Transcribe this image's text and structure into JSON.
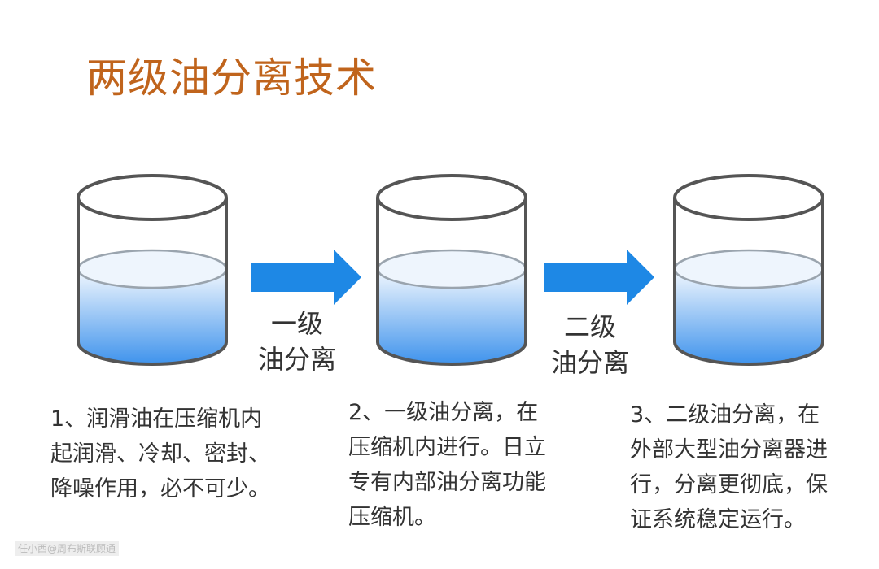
{
  "title": "两级油分离技术",
  "colors": {
    "title": "#c0641c",
    "arrow": "#1e88e5",
    "liquid_top": "#e8f2fd",
    "liquid_bottom": "#3f93ec",
    "outline": "#555555"
  },
  "stages": [
    {
      "line1": "一级",
      "line2": "油分离"
    },
    {
      "line1": "二级",
      "line2": "油分离"
    }
  ],
  "descriptions": [
    {
      "lines": [
        "1、润滑油在压缩机内",
        "起润滑、冷却、密封、",
        "降噪作用，必不可少。"
      ]
    },
    {
      "lines": [
        "2、一级油分离，在",
        "压缩机内进行。日立",
        "专有内部油分离功能",
        "压缩机。"
      ]
    },
    {
      "lines": [
        "3、二级油分离，在",
        "外部大型油分离器进",
        "行，分离更彻底，保",
        "证系统稳定运行。"
      ]
    }
  ],
  "watermark": "任小西@周布斯联顾通"
}
